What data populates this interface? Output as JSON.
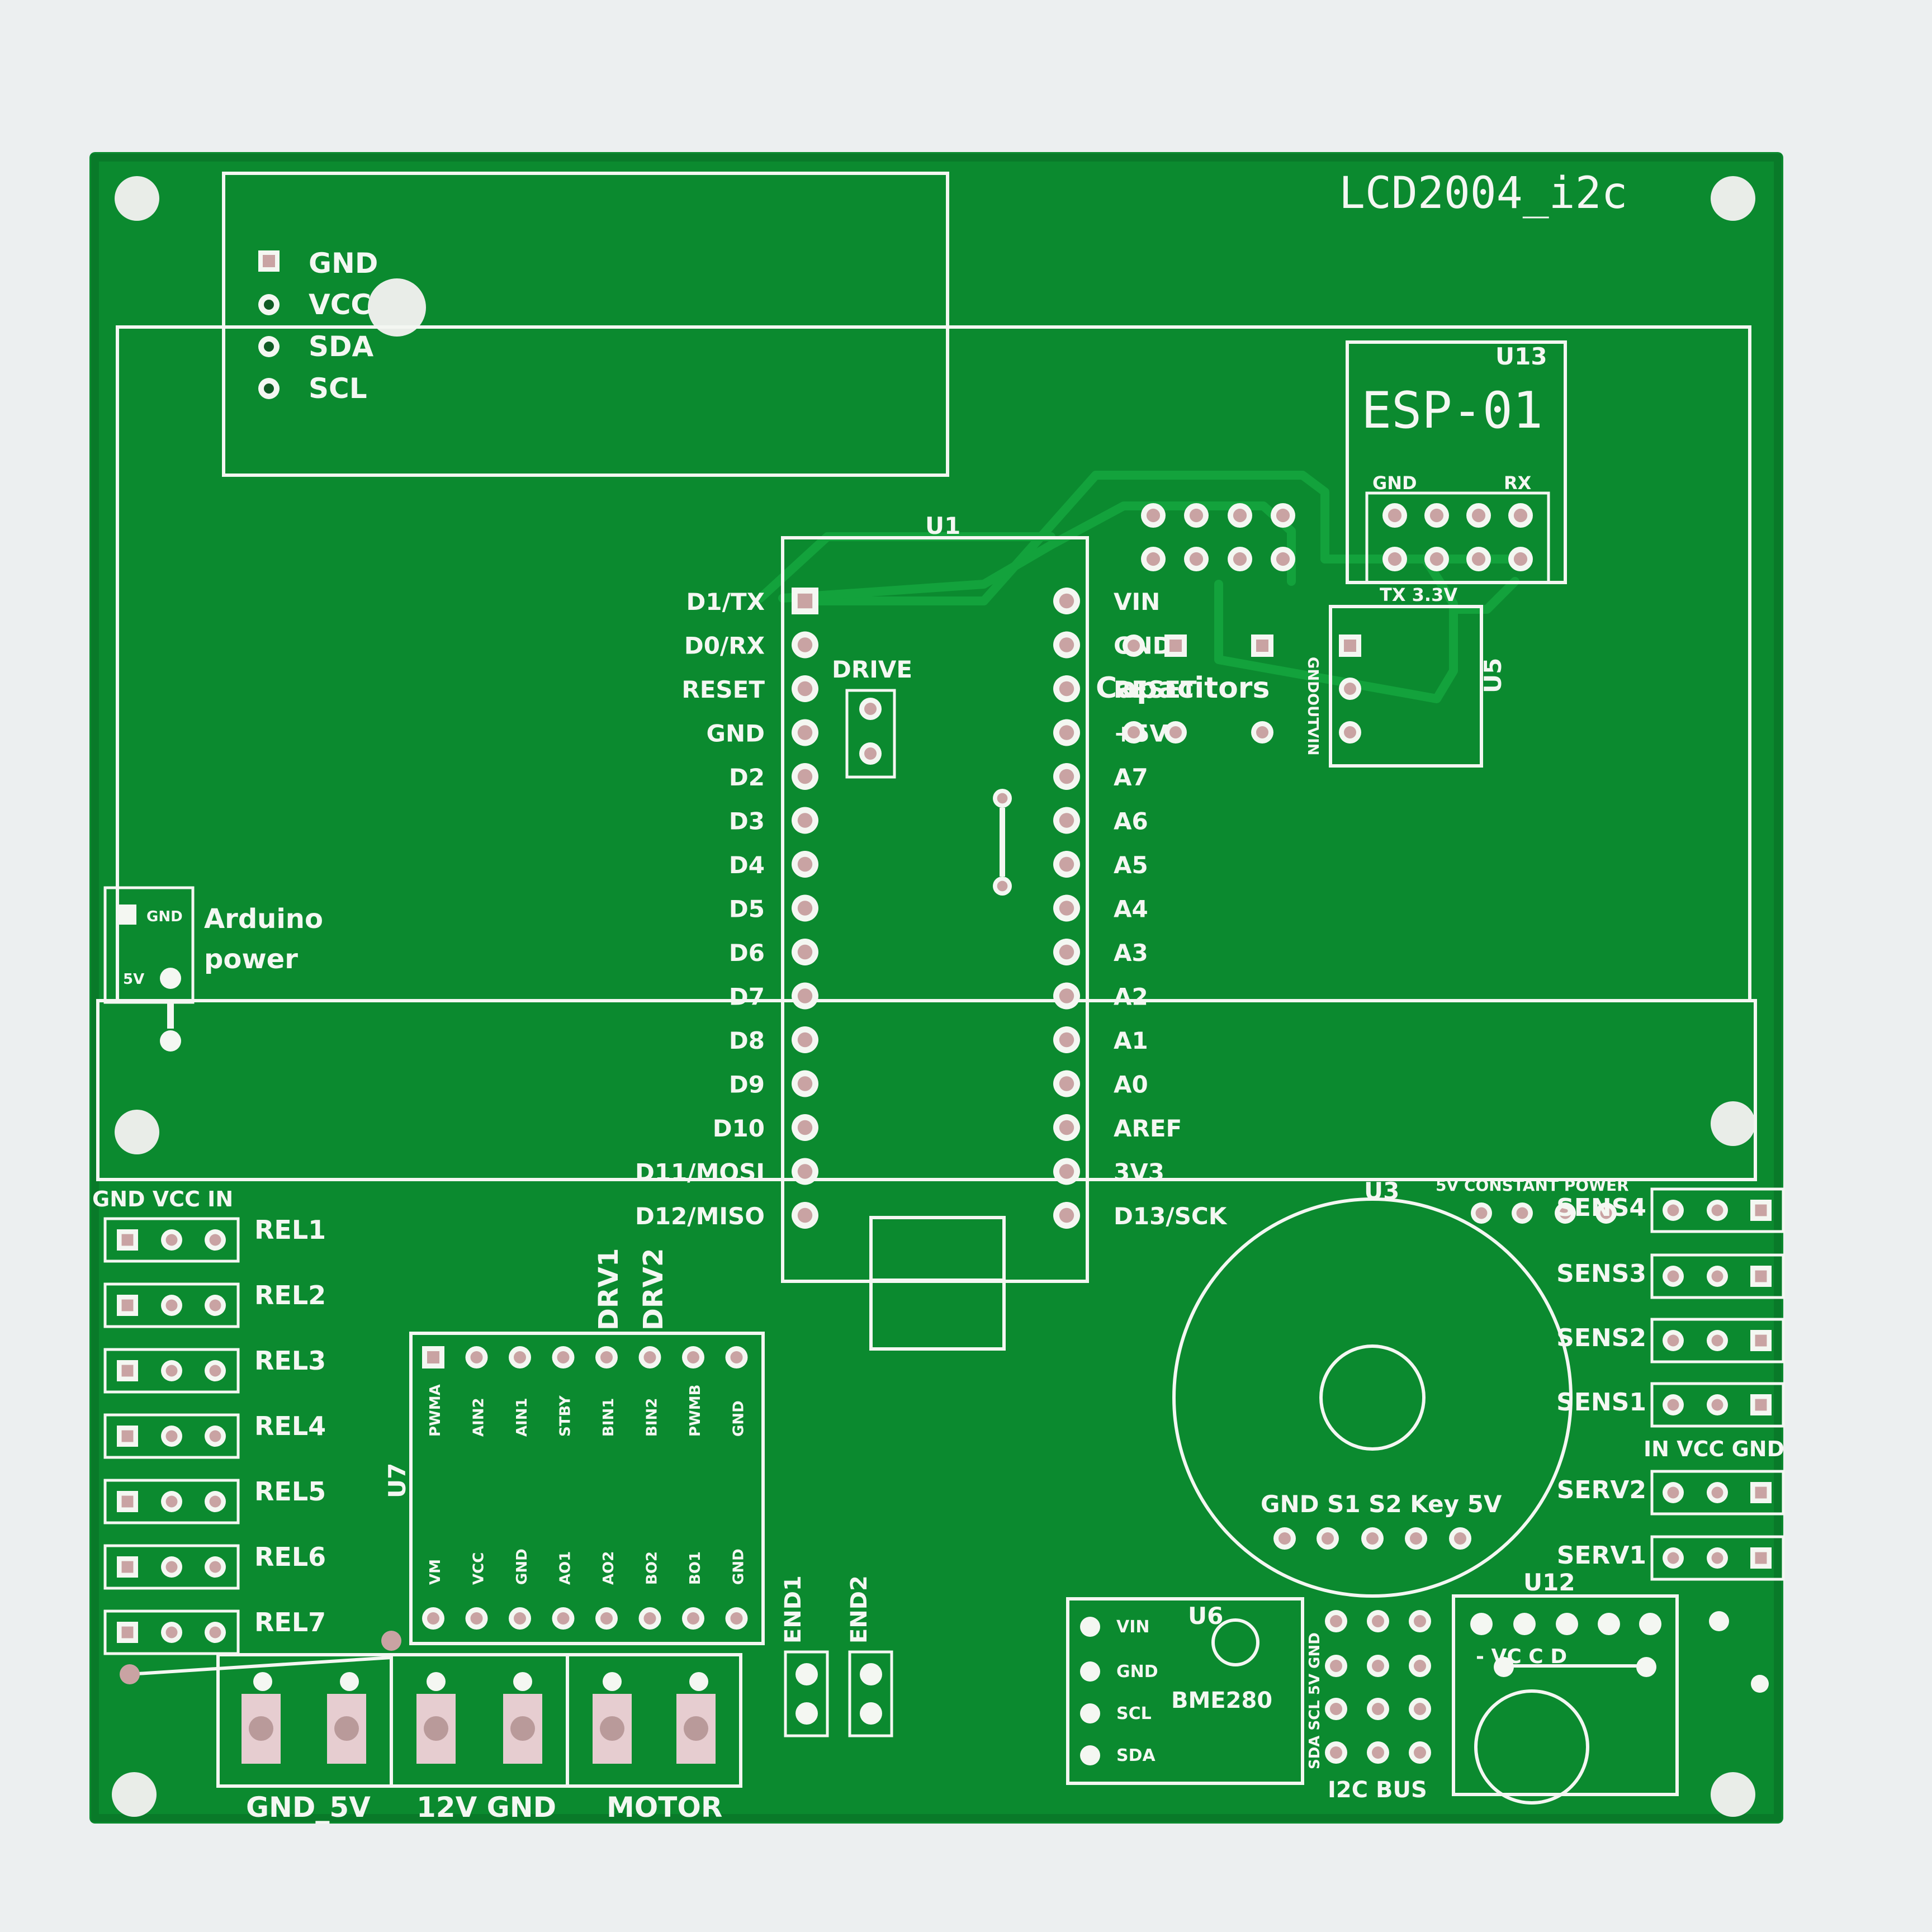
{
  "colors": {
    "background": "#eceff0",
    "soldermask": "#0b8a2f",
    "soldermask_dark": "#097a29",
    "trace": "#13a23c",
    "silkscreen": "#f4f7f2",
    "pad_copper": "#c9a3a3",
    "drill": "#0f5a24"
  },
  "board": {
    "title": "LCD2004_i2c"
  },
  "lcd_header": {
    "pins": [
      "GND",
      "VCC",
      "SDA",
      "SCL"
    ]
  },
  "esp01": {
    "ref": "U13",
    "name": "ESP-01",
    "top_left": "GND",
    "top_right": "RX",
    "bottom": "TX 3.3V"
  },
  "u1": {
    "ref": "U1",
    "left_pins": [
      "D1/TX",
      "D0/RX",
      "RESET",
      "GND",
      "D2",
      "D3",
      "D4",
      "D5",
      "D6",
      "D7",
      "D8",
      "D9",
      "D10",
      "D11/MOSI",
      "D12/MISO"
    ],
    "right_pins": [
      "VIN",
      "GND",
      "RESET",
      "+5V",
      "A7",
      "A6",
      "A5",
      "A4",
      "A3",
      "A2",
      "A1",
      "A0",
      "AREF",
      "3V3",
      "D13/SCK"
    ]
  },
  "drive_label": "DRIVE",
  "capacitors_label": "Capacitors",
  "u5": {
    "ref": "U5",
    "pins": [
      "GND",
      "OUT",
      "VIN"
    ]
  },
  "arduino_power": {
    "line1": "Arduino",
    "line2": "power",
    "gnd": "GND",
    "v5": "5V"
  },
  "relays": {
    "header": "GND VCC IN",
    "labels": [
      "REL1",
      "REL2",
      "REL3",
      "REL4",
      "REL5",
      "REL6",
      "REL7"
    ]
  },
  "u7": {
    "ref": "U7",
    "drv1": "DRV1",
    "drv2": "DRV2",
    "top_pins": [
      "PWMA",
      "AIN2",
      "AIN1",
      "STBY",
      "BIN1",
      "BIN2",
      "PWMB",
      "GND"
    ],
    "bottom_pins": [
      "VM",
      "VCC",
      "GND",
      "AO1",
      "AO2",
      "BO2",
      "BO1",
      "GND"
    ]
  },
  "terminals": {
    "labels": [
      "GND_5V",
      "12V GND",
      "MOTOR"
    ]
  },
  "endstops": [
    "END1",
    "END2"
  ],
  "u3": {
    "ref": "U3",
    "constant_power": "5V CONSTANT POWER",
    "pins": "GND S1  S2 Key 5V"
  },
  "sensors": [
    "SENS4",
    "SENS3",
    "SENS2",
    "SENS1"
  ],
  "servo_header": "IN VCC GND",
  "servos": [
    "SERV2",
    "SERV1"
  ],
  "u6": {
    "ref": "U6",
    "name": "BME280",
    "pins": [
      "VIN",
      "GND",
      "SCL",
      "SDA"
    ]
  },
  "i2c_bus": {
    "label": "I2C BUS",
    "side": "SDA SCL 5V GND"
  },
  "u12": {
    "ref": "U12",
    "pins": "- VC C D"
  }
}
